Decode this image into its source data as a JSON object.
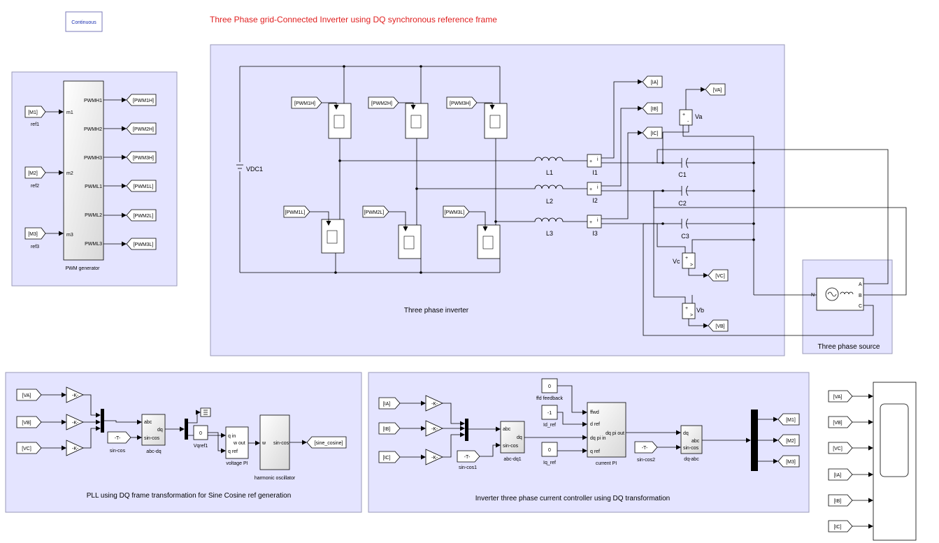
{
  "title": "Three Phase grid-Connected Inverter using DQ synchronous reference frame",
  "solver": "Continuous",
  "areas": {
    "pwm": "PWM generator",
    "inverter": "Three phase inverter",
    "source": "Three phase source",
    "pll": "PLL using DQ frame transformation for Sine Cosine ref generation",
    "current": "Inverter three phase current controller using DQ transformation"
  },
  "pwm_block": {
    "inputs": [
      "m1",
      "m2",
      "m3"
    ],
    "outputs": [
      "PWMH1",
      "PWMH2",
      "PWMH3",
      "PWML1",
      "PWML2",
      "PWML3"
    ]
  },
  "pwm_froms": [
    "[M1]",
    "[M2]",
    "[M3]"
  ],
  "pwm_from_labels": [
    "ref1",
    "ref2",
    "ref3"
  ],
  "pwm_gotos": [
    "[PWM1H]",
    "[PWM2H]",
    "[PWM3H]",
    "[PWM1L]",
    "[PWM2L]",
    "[PWM3L]"
  ],
  "inverter": {
    "gates_high": [
      "[PWM1H]",
      "[PWM2H]",
      "[PWM3H]"
    ],
    "gates_low": [
      "[PWM1L]",
      "[PWM2L]",
      "[PWM3L]"
    ],
    "dc_source": "VDC1",
    "inductors": [
      "L1",
      "L2",
      "L3"
    ],
    "current_sensors": [
      "I1",
      "I2",
      "I3"
    ],
    "capacitors": [
      "C1",
      "C2",
      "C3"
    ],
    "current_gotos": [
      "[IA]",
      "[IB]",
      "[IC]"
    ],
    "voltage_sensors": [
      "Va",
      "Vc",
      "Vb"
    ],
    "voltage_gotos": [
      "[VA]",
      "[VC]",
      "[VB]"
    ],
    "source_ports": [
      "A",
      "B",
      "C",
      "N"
    ]
  },
  "pll": {
    "froms": [
      "[VA]",
      "[VB]",
      "[VC]"
    ],
    "gain": "-K-",
    "sincos_from": "-T-",
    "sincos_label": "sin-cos",
    "abcdq_ports": [
      "abc",
      "sin-cos",
      "dq"
    ],
    "abcdq_label": "abc-dq",
    "const_value": "0",
    "const_label": "Vqref1",
    "pi_ports": [
      "q in",
      "w out",
      "q ref"
    ],
    "pi_label": "voltage PI",
    "osc_ports": [
      "w",
      "sin-cos"
    ],
    "osc_label": "harmonic oscillator",
    "goto": "[sine_cosine]"
  },
  "current": {
    "froms": [
      "[IA]",
      "[IB]",
      "[IC]"
    ],
    "gain": "-K-",
    "sincos_from": "-T-",
    "sincos1_label": "sin-cos1",
    "abcdq_ports": [
      "abc",
      "sin-cos",
      "dq"
    ],
    "abcdq_label": "abc-dq1",
    "ffd_value": "0",
    "ffd_label": "ffd feedback",
    "id_value": "-1",
    "id_label": "Id_ref",
    "iq_value": "0",
    "iq_label": "Iq_ref",
    "pi_ports": [
      "ffwd",
      "d ref",
      "dq pi in",
      "q ref",
      "dq pi out"
    ],
    "pi_label": "current PI",
    "sincos2_label": "sin-cos2",
    "dqabc_ports": [
      "dq",
      "abc",
      "sin-cos"
    ],
    "dqabc_label": "dq-abc",
    "gotos": [
      "[M1]",
      "[M2]",
      "[M3]"
    ]
  },
  "scope_froms": [
    "[VA]",
    "[VB]",
    "[VC]",
    "[IA]",
    "[IB]",
    "[IC]"
  ]
}
